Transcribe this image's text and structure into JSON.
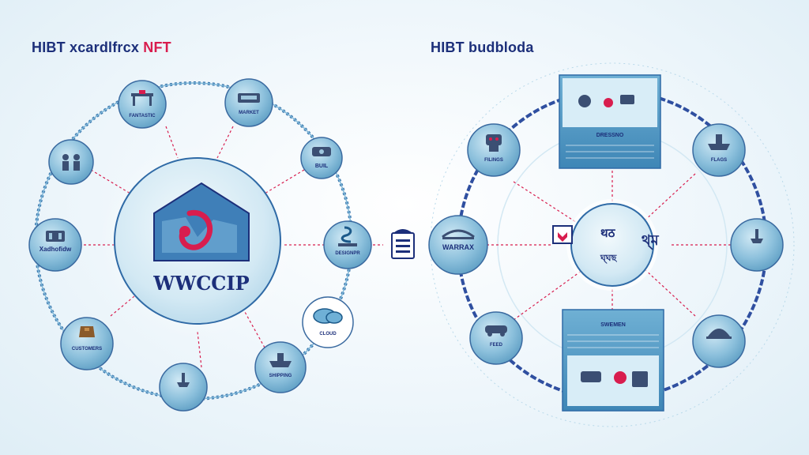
{
  "titles": {
    "left_main": "HIBT xcardlfrcx",
    "left_accent": "NFT",
    "right_main": "HIBT budbloda"
  },
  "left_hub": {
    "label": "WWCCIP"
  },
  "left_nodes": [
    {
      "id": "l-top-left",
      "icon": "workbench-icon",
      "label": "FANTASTIC"
    },
    {
      "id": "l-top-right",
      "icon": "desk-icon",
      "label": "MARKET"
    },
    {
      "id": "l-left-upper",
      "icon": "people-icon",
      "label": ""
    },
    {
      "id": "l-right-upper",
      "icon": "device-icon",
      "label": "BUIL"
    },
    {
      "id": "l-left",
      "icon": "gallery-icon",
      "label": "Xadhofidw"
    },
    {
      "id": "l-right",
      "icon": "stack-icon",
      "label": "DESIGNPR"
    },
    {
      "id": "l-bottom-left",
      "icon": "box-icon",
      "label": "CUSTOMERS"
    },
    {
      "id": "l-bottom-mid",
      "icon": "lamp-icon",
      "label": ""
    },
    {
      "id": "l-bottom-right",
      "icon": "ship-icon",
      "label": "SHIPPING"
    },
    {
      "id": "l-cloud",
      "icon": "cloud-icon",
      "label": "CLOUD"
    }
  ],
  "middle_icon": {
    "icon": "building-icon"
  },
  "right_hub": {
    "line1": "थठ",
    "line2": "থ্ম",
    "line3": "ঘ্ঘছ"
  },
  "right_nodes": [
    {
      "id": "r-top-left",
      "icon": "robot-icon",
      "label": "FILINGS"
    },
    {
      "id": "r-top-right",
      "icon": "ship-icon",
      "label": "FLAGS"
    },
    {
      "id": "r-left",
      "icon": "bridge-icon",
      "label": "WARRAX"
    },
    {
      "id": "r-right",
      "icon": "lamp-icon",
      "label": ""
    },
    {
      "id": "r-bottom-left",
      "icon": "car-icon",
      "label": "FEED"
    },
    {
      "id": "r-bottom-right",
      "icon": "dome-icon",
      "label": ""
    }
  ],
  "right_panels": {
    "top_caption": "DRESSNO",
    "mid_caption": "SWEMEN"
  },
  "colors": {
    "navy": "#1c2f7a",
    "accent": "#d81d4e",
    "node_fill": "#7fb8d6",
    "node_light": "#bfe0ef",
    "ring": "#3a6aa0"
  }
}
